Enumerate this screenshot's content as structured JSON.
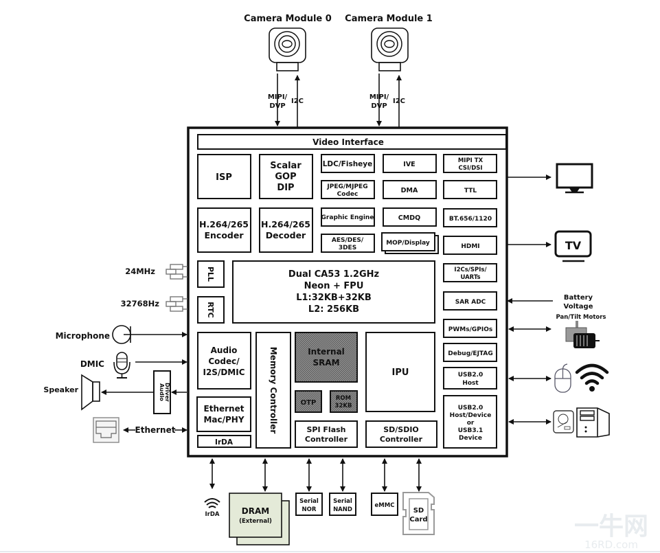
{
  "cameras": [
    {
      "label": "Camera Module 0",
      "sig_a": "MIPI/",
      "sig_b": "DVP",
      "sig_c": "I2C"
    },
    {
      "label": "Camera Module 1",
      "sig_a": "MIPI/",
      "sig_b": "DVP",
      "sig_c": "I2C"
    }
  ],
  "soc": {
    "video_interface": "Video Interface",
    "isp": "ISP",
    "scalar": [
      "Scalar",
      "GOP",
      "DIP"
    ],
    "ldc": "LDC/Fisheye",
    "jpeg": [
      "JPEG/MJPEG",
      "Codec"
    ],
    "graphic_engine": "Graphic Engine",
    "aes": [
      "AES/DES/",
      "3DES"
    ],
    "ive": "IVE",
    "dma": "DMA",
    "cmdq": "CMDQ",
    "mop": "MOP/Display",
    "mipi_tx": [
      "MIPI TX",
      "CSI/DSI"
    ],
    "ttl": "TTL",
    "bt656": "BT.656/1120",
    "hdmi": "HDMI",
    "encoder": [
      "H.264/265",
      "Encoder"
    ],
    "decoder": [
      "H.264/265",
      "Decoder"
    ],
    "pll": "PLL",
    "rtc": "RTC",
    "cpu": [
      "Dual CA53 1.2GHz",
      "Neon + FPU",
      "L1:32KB+32KB",
      "L2: 256KB"
    ],
    "i2cs": [
      "I2Cs/SPIs/",
      "UARTs"
    ],
    "sar_adc": "SAR ADC",
    "pwm": "PWMs/GPIOs",
    "debug": "Debug/EJTAG",
    "usb_host": [
      "USB2.0",
      "Host"
    ],
    "usb_dev": [
      "USB2.0",
      "Host/Device",
      "or",
      "USB3.1",
      "Device"
    ],
    "audio": [
      "Audio",
      "Codec/",
      "I2S/DMIC"
    ],
    "ethernet": [
      "Ethernet",
      "Mac/PHY"
    ],
    "irda": "IrDA",
    "memctrl": "Memory Controller",
    "sram": [
      "Internal",
      "SRAM"
    ],
    "otp": "OTP",
    "rom": [
      "ROM",
      "32KB"
    ],
    "ipu": "IPU",
    "spi": [
      "SPI Flash",
      "Controller"
    ],
    "sdio": [
      "SD/SDIO",
      "Controller"
    ]
  },
  "left": {
    "osc1": "24MHz",
    "osc2": "32768Hz",
    "mic": "Microphone",
    "dmic": "DMIC",
    "speaker": "Speaker",
    "audio_driver": [
      "Audio",
      "Driver"
    ],
    "ethernet": "Ethernet"
  },
  "right": {
    "tv_label": "TV",
    "battery": [
      "Battery",
      "Voltage"
    ],
    "motors": "Pan/Tilt Motors"
  },
  "bottom": {
    "irda": "IrDA",
    "dram": [
      "DRAM",
      "(External)"
    ],
    "nor": [
      "Serial",
      "NOR"
    ],
    "nand": [
      "Serial",
      "NAND"
    ],
    "emmc": "eMMC",
    "sd": [
      "SD",
      "Card"
    ]
  },
  "watermark": {
    "cn": "一牛网",
    "en": "16RD.com"
  },
  "colors": {
    "line": "#111111",
    "dram_fill": "#e4ead8",
    "sram_fill": "#8a8a8a"
  }
}
